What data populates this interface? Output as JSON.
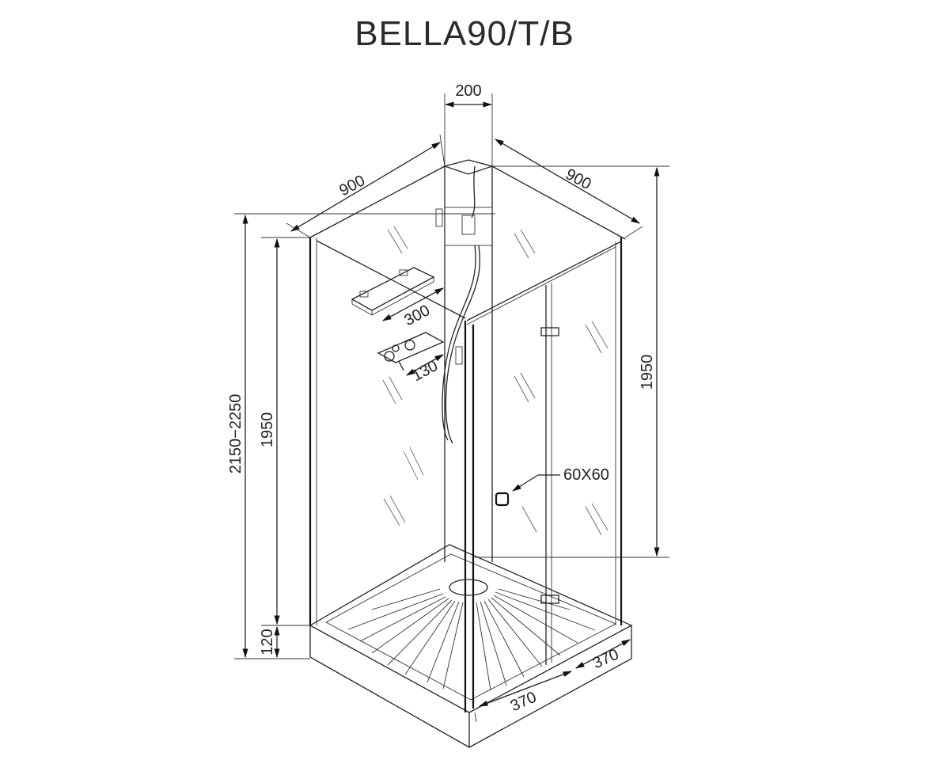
{
  "title": "BELLA90/T/B",
  "dimensions": {
    "column_width": "200",
    "width_left": "900",
    "width_right": "900",
    "total_height": "2150−2250",
    "glass_height_left": "1950",
    "glass_height_right": "1950",
    "tray_height": "120",
    "shelf_length": "300",
    "mixer_length": "130",
    "handle_size": "60X60",
    "door_left": "370",
    "door_right": "370"
  }
}
